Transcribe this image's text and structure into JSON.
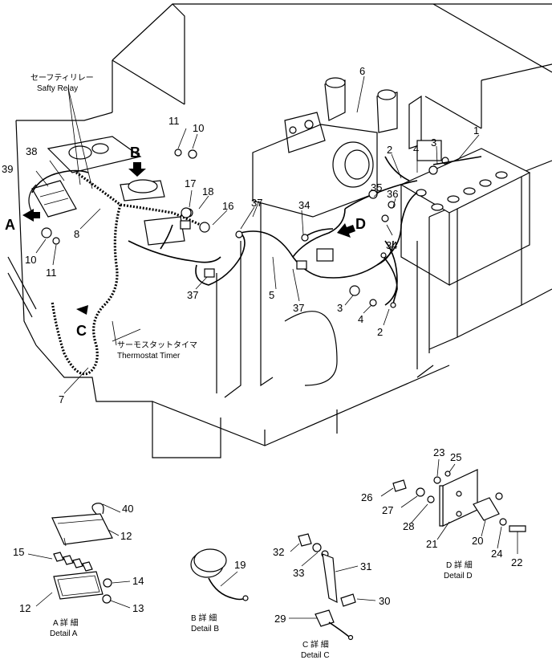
{
  "callouts": [
    "1",
    "2",
    "3",
    "4",
    "5",
    "6",
    "7",
    "8",
    "10",
    "11",
    "16",
    "17",
    "18",
    "34",
    "35",
    "36",
    "37",
    "38",
    "39",
    "C"
  ],
  "labels": {
    "relay_jp": "セーフティリレー",
    "relay_en": "Safty Relay",
    "timer_jp": "サーモスタットタイマ",
    "timer_en": "Thermostat Timer",
    "view_A": "A",
    "view_B": "B",
    "view_C": "C",
    "view_D": "D"
  },
  "details": {
    "A": {
      "jp": "A 詳 細",
      "en": "Detail A",
      "parts": [
        "40",
        "12",
        "15",
        "14",
        "13",
        "12"
      ]
    },
    "B": {
      "jp": "B 詳 細",
      "en": "Detail B",
      "parts": [
        "19"
      ]
    },
    "C": {
      "jp": "C 詳 細",
      "en": "Detail C",
      "parts": [
        "32",
        "33",
        "31",
        "30",
        "29"
      ]
    },
    "D": {
      "jp": "D 詳 細",
      "en": "Detail D",
      "parts": [
        "23",
        "25",
        "26",
        "27",
        "28",
        "21",
        "20",
        "24",
        "22"
      ]
    }
  }
}
